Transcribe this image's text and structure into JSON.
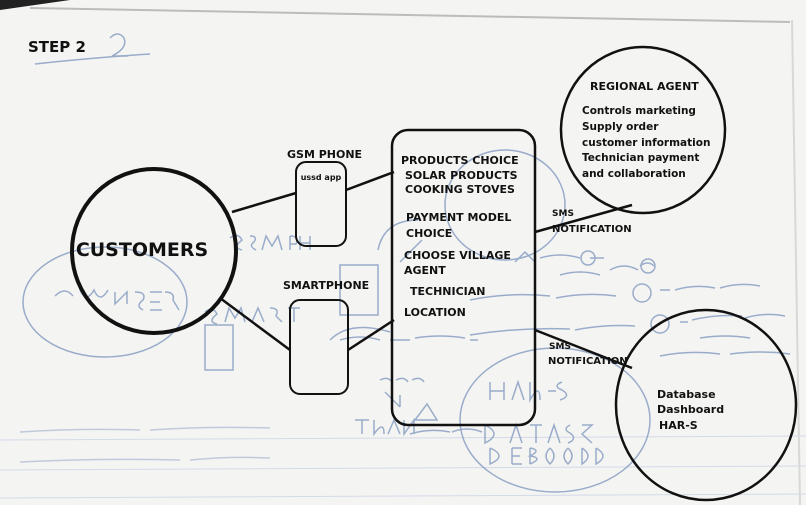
{
  "header": {
    "title": "STEP 2"
  },
  "customers": {
    "label": "CUSTOMERS"
  },
  "gsm": {
    "label": "GSM PHONE",
    "app_label": "ussd app"
  },
  "smartphone": {
    "label": "SMARTPHONE"
  },
  "center_box": {
    "lines": [
      "PRODUCTS CHOICE",
      "SOLAR PRODUCTS",
      "COOKING STOVES",
      "PAYMENT MODEL",
      "CHOICE",
      "CHOOSE VILLAGE",
      "AGENT",
      "TECHNICIAN",
      "LOCATION"
    ]
  },
  "sms_top": {
    "line1": "SMS",
    "line2": "NOTIFICATION"
  },
  "sms_bottom": {
    "line1": "SMS",
    "line2": "NOTIFICATION"
  },
  "regional_agent": {
    "title": "REGIONAL AGENT",
    "lines": [
      "Controls marketing",
      "Supply order",
      "customer information",
      "Technician payment",
      "and collaboration"
    ]
  },
  "database": {
    "lines": [
      "Database",
      "Dashboard",
      "HAR-S"
    ]
  }
}
